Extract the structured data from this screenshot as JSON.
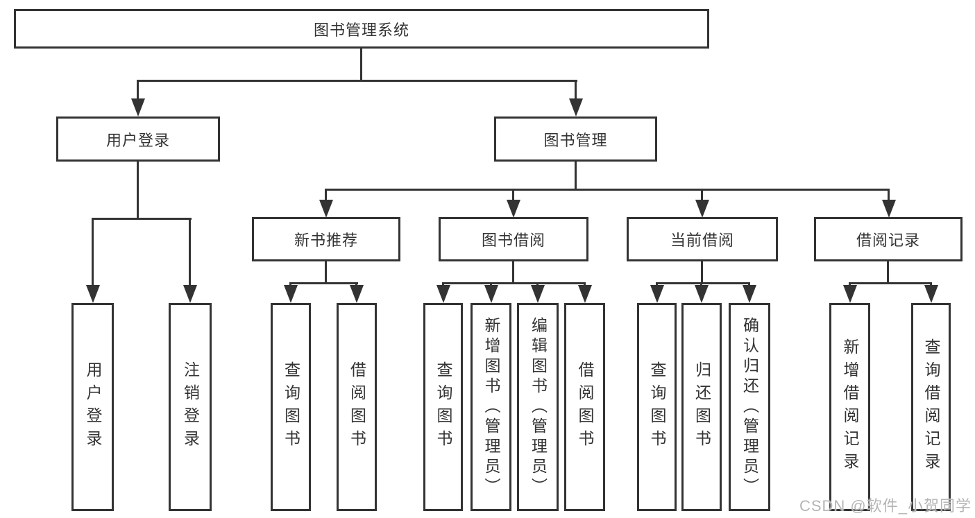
{
  "diagram": {
    "root": {
      "label": "图书管理系统"
    },
    "branches": [
      {
        "label": "用户登录",
        "children": [
          "用户登录",
          "注销登录"
        ]
      },
      {
        "label": "图书管理",
        "children": [
          {
            "label": "新书推荐",
            "children": [
              "查询图书",
              "借阅图书"
            ]
          },
          {
            "label": "图书借阅",
            "children": [
              "查询图书",
              "新增图书（管理员）",
              "编辑图书（管理员）",
              "借阅图书"
            ]
          },
          {
            "label": "当前借阅",
            "children": [
              "查询图书",
              "归还图书",
              "确认归还（管理员）"
            ]
          },
          {
            "label": "借阅记录",
            "children": [
              "新增借阅记录",
              "查询借阅记录"
            ]
          }
        ]
      }
    ]
  },
  "watermark": {
    "text": "CSDN @软件_小贺同学"
  },
  "colors": {
    "line": "#333333",
    "text": "#333333",
    "background": "#ffffff",
    "watermark": "#b5b5b5"
  }
}
